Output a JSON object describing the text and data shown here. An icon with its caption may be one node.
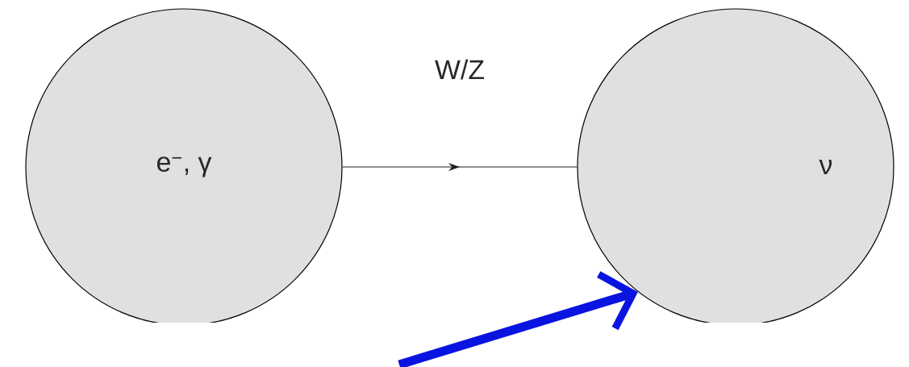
{
  "diagram": {
    "nodes": [
      {
        "text": [
          "e$^{−}$, γ"
        ]
      },
      {
        "text": [
          "ν"
        ]
      }
    ],
    "edges": [
      {
        "from": 0,
        "to": 1,
        "arrow": "to",
        "label": "W/Z"
      },
      {
        "from": null,
        "to": 1,
        "arrow": "to",
        "style": "thick",
        "color": "#0a14e0"
      }
    ]
  }
}
